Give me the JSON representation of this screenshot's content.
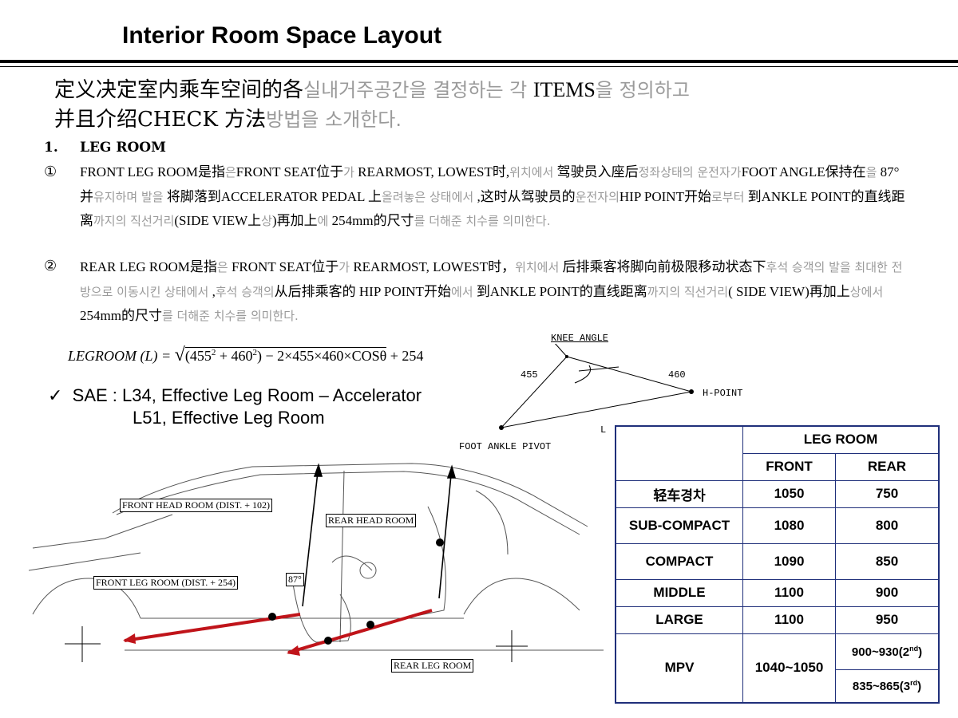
{
  "title": "Interior Room Space Layout",
  "intro": {
    "line1_cn": "定义决定室内乘车空间的各",
    "line1_kr": "실내거주공간을 결정하는 각 ",
    "line1_items": "ITEMS",
    "line1_kr2": "을 정의하고",
    "line2_cn": "并且介绍CHECK 方法",
    "line2_kr": "방법을 소개한다."
  },
  "section": {
    "number": "1.",
    "title": "LEG ROOM"
  },
  "front": {
    "bullet": "①",
    "p1": "FRONT LEG ROOM是指",
    "g1": "은",
    "p2": "FRONT SEAT位于",
    "g2": "가",
    "p3": " REARMOST, LOWEST时,",
    "g3": "위치에서",
    "p4": " 驾驶员入座后",
    "g4": "정좌상태의 운전자가",
    "p5": "FOOT ANGLE保持在",
    "g5": "을",
    "p6": " 87°并",
    "g6": "유지하며 발을",
    "p7": " 将脚落到ACCELERATOR PEDAL 上",
    "g7": "올려놓은 상태에서",
    "p8": " ,这时从驾驶员的",
    "g8": "운전자의",
    "p9": "HIP POINT开始",
    "g9": "로부터",
    "p10": " 到ANKLE POINT的直线距离",
    "g10": "까지의 직선거리",
    "p11": "(SIDE VIEW上",
    "g11": "상",
    "p12": ")再加上",
    "g12": "에",
    "p13": " 254mm的尺寸",
    "g13": "를 더해준 치수를 의미한다."
  },
  "rear": {
    "bullet": "②",
    "p1": "REAR LEG ROOM是指",
    "g1": "은",
    "p2": " FRONT SEAT位于",
    "g2": "가",
    "p3": " REARMOST, LOWEST时，",
    "g3": "위치에서",
    "p4": " 后排乘客将脚向前极限移动状态下",
    "g4": "후석 승객의 발을 최대한 전방으로 이동시킨 상태에서",
    "p5": " ,",
    "g5": "후석 승객의",
    "p6": "从后排乘客的 HIP POINT开始",
    "g6": "에서",
    "p7": " 到ANKLE POINT的直线距离",
    "g7": "까지의 직선거리",
    "p8": "( SIDE VIEW)再加上",
    "g8": "상에서",
    "p9": " 254mm的尺寸",
    "g9": "를 더해준 치수를 의미한다."
  },
  "formula": {
    "lhs": "LEGROOM (L) =",
    "a": "455",
    "b": "460",
    "exp": "2",
    "mid": " − 2×455×460×COSθ",
    "tail": " + 254"
  },
  "sae": {
    "check": "✓",
    "line1": "SAE : L34,  Effective Leg Room – Accelerator",
    "line2": "L51,  Effective Leg Room"
  },
  "knee_diagram": {
    "knee_angle": "KNEE ANGLE",
    "len_455": "455",
    "len_460": "460",
    "h_point": "H-POINT",
    "l_label": "L",
    "foot_ankle": "FOOT ANKLE PIVOT"
  },
  "car_diagram": {
    "front_head": "FRONT HEAD ROOM (DIST. + 102)",
    "rear_head": "REAR HEAD ROOM",
    "front_leg": "FRONT LEG ROOM (DIST. + 254)",
    "angle": "87°",
    "rear_leg": "REAR LEG ROOM"
  },
  "table": {
    "header": "LEG ROOM",
    "cols": [
      "FRONT",
      "REAR"
    ],
    "rows": [
      {
        "name": "轻车경차",
        "front": "1050",
        "rear": "750"
      },
      {
        "name": "SUB-COMPACT",
        "front": "1080",
        "rear": "800"
      },
      {
        "name": "COMPACT",
        "front": "1090",
        "rear": "850"
      },
      {
        "name": "MIDDLE",
        "front": "1100",
        "rear": "900"
      },
      {
        "name": "LARGE",
        "front": "1100",
        "rear": "950"
      }
    ],
    "mpv": {
      "name": "MPV",
      "front": "1040~1050",
      "rear1": "900~930(2",
      "rear1_sup": "nd",
      "rear1_end": ")",
      "rear2": "835~865(3",
      "rear2_sup": "rd",
      "rear2_end": ")"
    }
  },
  "colors": {
    "table_border": "#1f2f7a",
    "arrow_red": "#c0141a",
    "korean_gray": "#9a9a9a"
  }
}
